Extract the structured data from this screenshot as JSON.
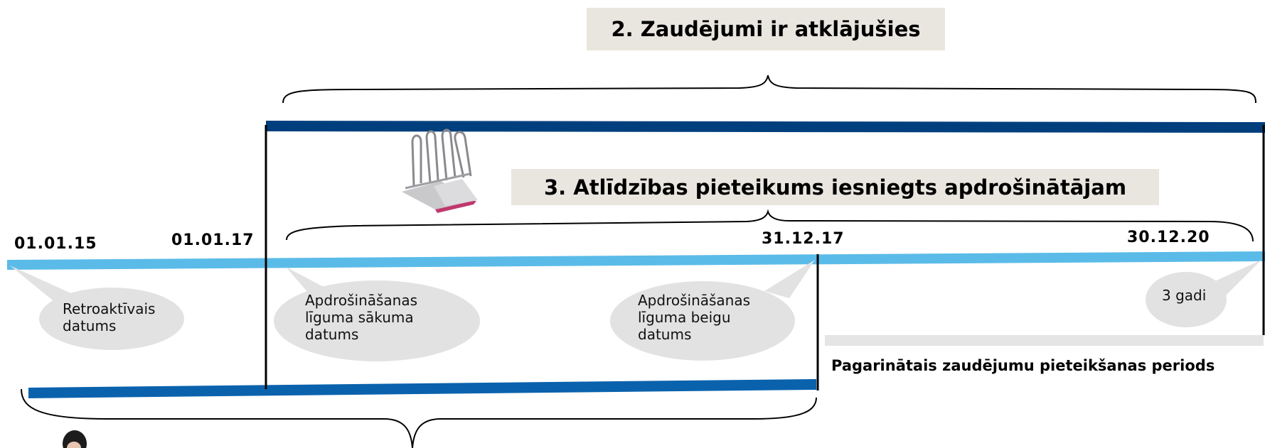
{
  "headings": {
    "losses_discovered": "2. Zaudējumi ir atklājušies",
    "claim_submitted": "3. Atlīdzības pieteikums iesniegts apdrošinātājam"
  },
  "dates": {
    "retro": "01.01.15",
    "start": "01.01.17",
    "end": "31.12.17",
    "extended_end": "30.12.20"
  },
  "bubbles": {
    "retro": [
      "Retroaktīvais",
      "datums"
    ],
    "start": [
      "Apdrošināšanas",
      "līguma sākuma",
      "datums"
    ],
    "end": [
      "Apdrošināšanas",
      "līguma beigu",
      "datums"
    ],
    "extension": [
      "3 gadi"
    ]
  },
  "extended_period_label": "Pagarinātais zaudējumu pieteikšanas periods",
  "colors": {
    "timeline": "#5bbbe8",
    "dark_bar": "#003f7d",
    "mid_bar": "#0a62ad",
    "label_bg": "#e9e6df",
    "bubble": "#e2e2e2",
    "ext_bar": "#e5e5e5"
  },
  "icons": [
    "binder-clips-icon",
    "person-icon"
  ]
}
